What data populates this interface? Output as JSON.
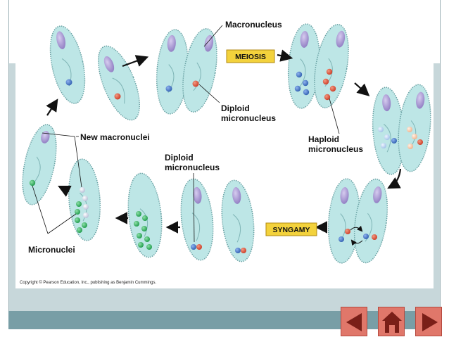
{
  "labels": {
    "macronucleus": "Macronucleus",
    "meiosis": "MEIOSIS",
    "diploid_micronucleus_top_1": "Diploid",
    "diploid_micronucleus_top_2": "micronucleus",
    "haploid_micronucleus_1": "Haploid",
    "haploid_micronucleus_2": "micronucleus",
    "new_macronuclei": "New macronuclei",
    "diploid_micronucleus_bottom_1": "Diploid",
    "diploid_micronucleus_bottom_2": "micronucleus",
    "syngamy": "SYNGAMY",
    "micronuclei": "Micronuclei"
  },
  "copyright": "Copyright © Pearson Education, Inc., publishing as Benjamin Cummings.",
  "colors": {
    "cell_fill": "#bde6e6",
    "cell_stroke": "#6aa2a4",
    "macronucleus": "#a998cf",
    "micronucleus_blue": "#2f5fb0",
    "micronucleus_red": "#cc3a24",
    "micronucleus_green": "#1d9a4a",
    "stage_box": "#f3d23c",
    "nav_button": "#e0776a",
    "nav_icon": "#7a1f18"
  },
  "nav": {
    "prev_icon": "left-triangle-icon",
    "home_icon": "home-icon",
    "next_icon": "right-triangle-icon"
  }
}
